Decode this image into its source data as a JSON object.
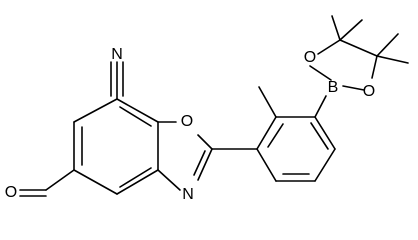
{
  "diagram": {
    "atom_labels": {
      "N_nitrile": "N",
      "O_oxazole": "O",
      "N_oxazole": "N",
      "O_aldehyde": "O",
      "B": "B",
      "O_boronate_top": "O",
      "O_boronate_bottom": "O"
    }
  }
}
